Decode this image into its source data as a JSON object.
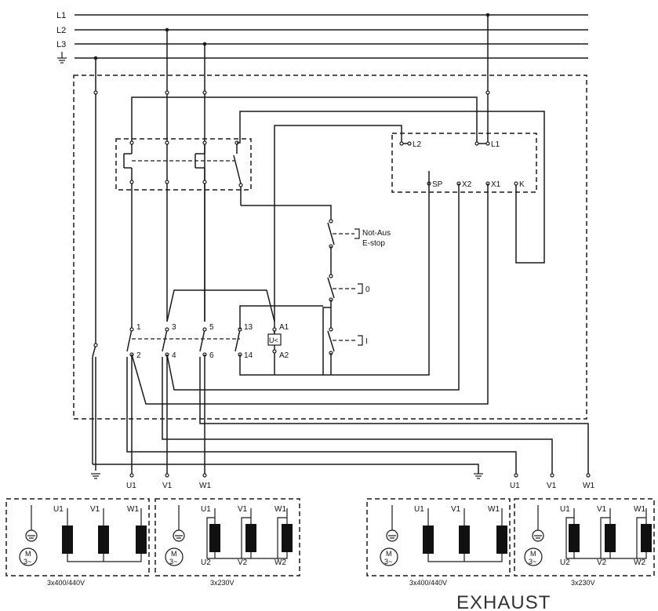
{
  "lines": [
    "L1",
    "L2",
    "L3"
  ],
  "ground_symbol": "⏚",
  "controller": {
    "top_terminals": [
      "L2",
      "L1"
    ],
    "bottom_terminals": [
      "SP",
      "X2",
      "X1",
      "K"
    ]
  },
  "estop_label": [
    "Not-Aus",
    "E-stop"
  ],
  "off_label": "0",
  "on_label": "I",
  "contactor": {
    "top_terminals": [
      "1",
      "3",
      "5",
      "13"
    ],
    "bottom_terminals": [
      "2",
      "4",
      "6",
      "14"
    ],
    "coil_top": "A1",
    "coil_bottom": "A2",
    "undervoltage": "U<"
  },
  "outputs_left": [
    "U1",
    "V1",
    "W1"
  ],
  "outputs_right": [
    "U1",
    "V1",
    "W1"
  ],
  "motor_boxes": [
    {
      "top": [
        "U1",
        "V1",
        "W1"
      ],
      "bottom": [],
      "caption": "3x400/440V"
    },
    {
      "top": [
        "U1",
        "V1",
        "W1"
      ],
      "bottom": [
        "U2",
        "V2",
        "W2"
      ],
      "caption": "3x230V"
    },
    {
      "top": [
        "U1",
        "V1",
        "W1"
      ],
      "bottom": [],
      "caption": "3x400/440V"
    },
    {
      "top": [
        "U1",
        "V1",
        "W1"
      ],
      "bottom": [
        "U2",
        "V2",
        "W2"
      ],
      "caption": "3x230V"
    }
  ],
  "motor_symbol": {
    "line1": "M",
    "line2": "3~"
  },
  "footer_title": "EXHAUST"
}
